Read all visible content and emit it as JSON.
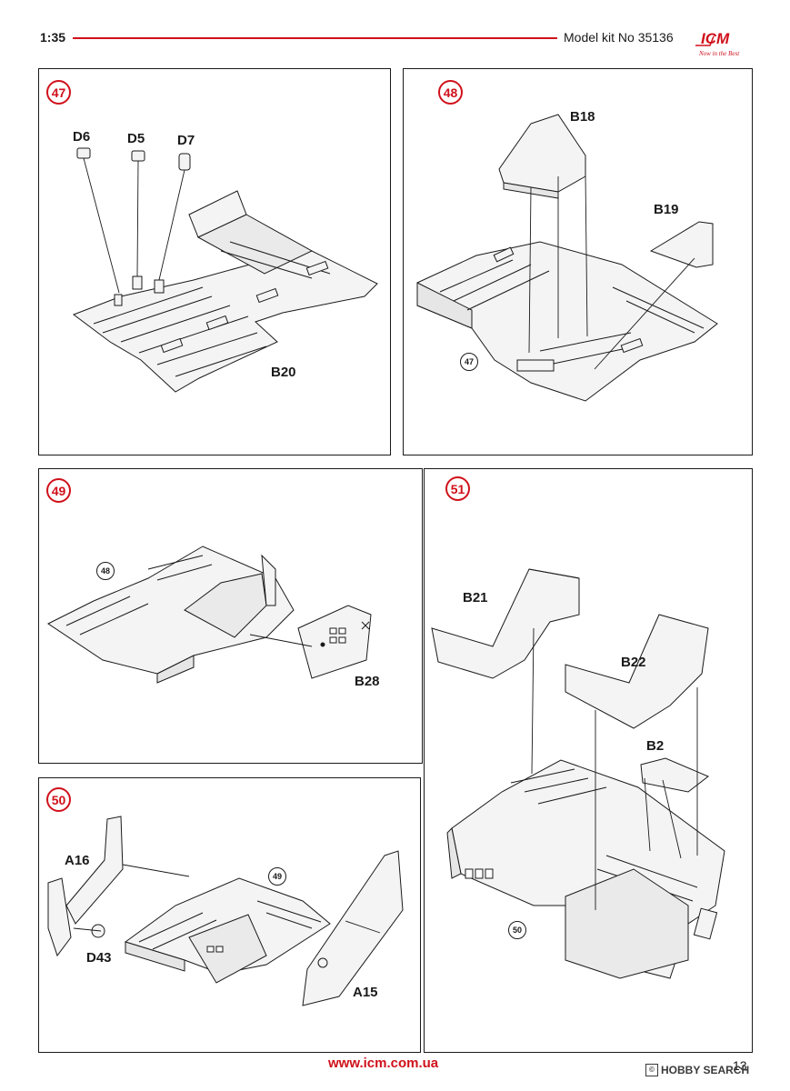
{
  "header": {
    "scale": "1:35",
    "kit_number": "Model kit No 35136",
    "brand": "ICM",
    "tagline": "Now in the Best",
    "accent_color": "#d0111b"
  },
  "steps": {
    "s47": {
      "number": "47",
      "parts": [
        "D6",
        "D5",
        "D7",
        "B20"
      ]
    },
    "s48": {
      "number": "48",
      "ref": "47",
      "parts": [
        "B18",
        "B19"
      ]
    },
    "s49": {
      "number": "49",
      "ref": "48",
      "parts": [
        "B28"
      ]
    },
    "s50": {
      "number": "50",
      "ref": "49",
      "parts": [
        "A16",
        "D43",
        "A15"
      ]
    },
    "s51": {
      "number": "51",
      "ref": "50",
      "parts": [
        "B21",
        "B22",
        "B2"
      ]
    }
  },
  "footer": {
    "url": "www.icm.com.ua",
    "page": "13",
    "watermark": "HOBBY SEARCH"
  }
}
